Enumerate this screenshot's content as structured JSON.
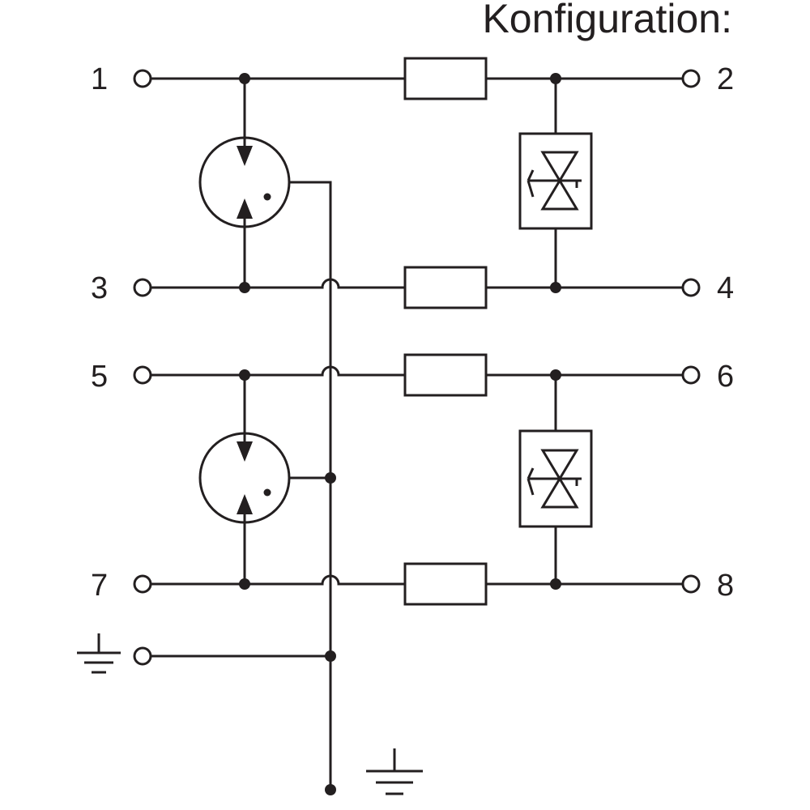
{
  "title": "Konfiguration:",
  "terminals": {
    "t1": "1",
    "t2": "2",
    "t3": "3",
    "t4": "4",
    "t5": "5",
    "t6": "6",
    "t7": "7",
    "t8": "8"
  },
  "colors": {
    "line": "#231f20",
    "background": "#ffffff"
  }
}
